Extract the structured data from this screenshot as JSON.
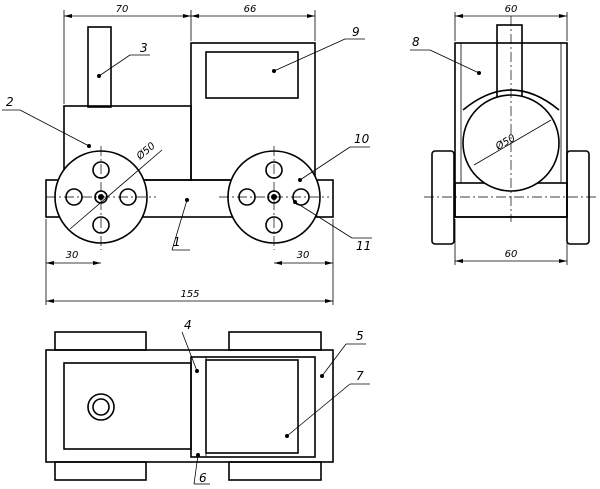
{
  "drawing": {
    "title": "Toy locomotive assembly drawing",
    "front_view": {
      "dims": {
        "width_cab": "70",
        "width_body": "66",
        "wheel_offset_left": "30",
        "wheel_offset_right": "30",
        "overall_length": "155",
        "wheel_diameter": "Ø50"
      },
      "callouts": {
        "p1": "1",
        "p2": "2",
        "p3": "3",
        "p9": "9",
        "p10": "10",
        "p11": "11"
      }
    },
    "side_view": {
      "dims": {
        "top_width": "60",
        "bottom_width": "60",
        "boiler_diameter": "Ø50"
      },
      "callouts": {
        "p8": "8"
      }
    },
    "top_view": {
      "callouts": {
        "p4": "4",
        "p5": "5",
        "p6": "6",
        "p7": "7"
      }
    }
  }
}
